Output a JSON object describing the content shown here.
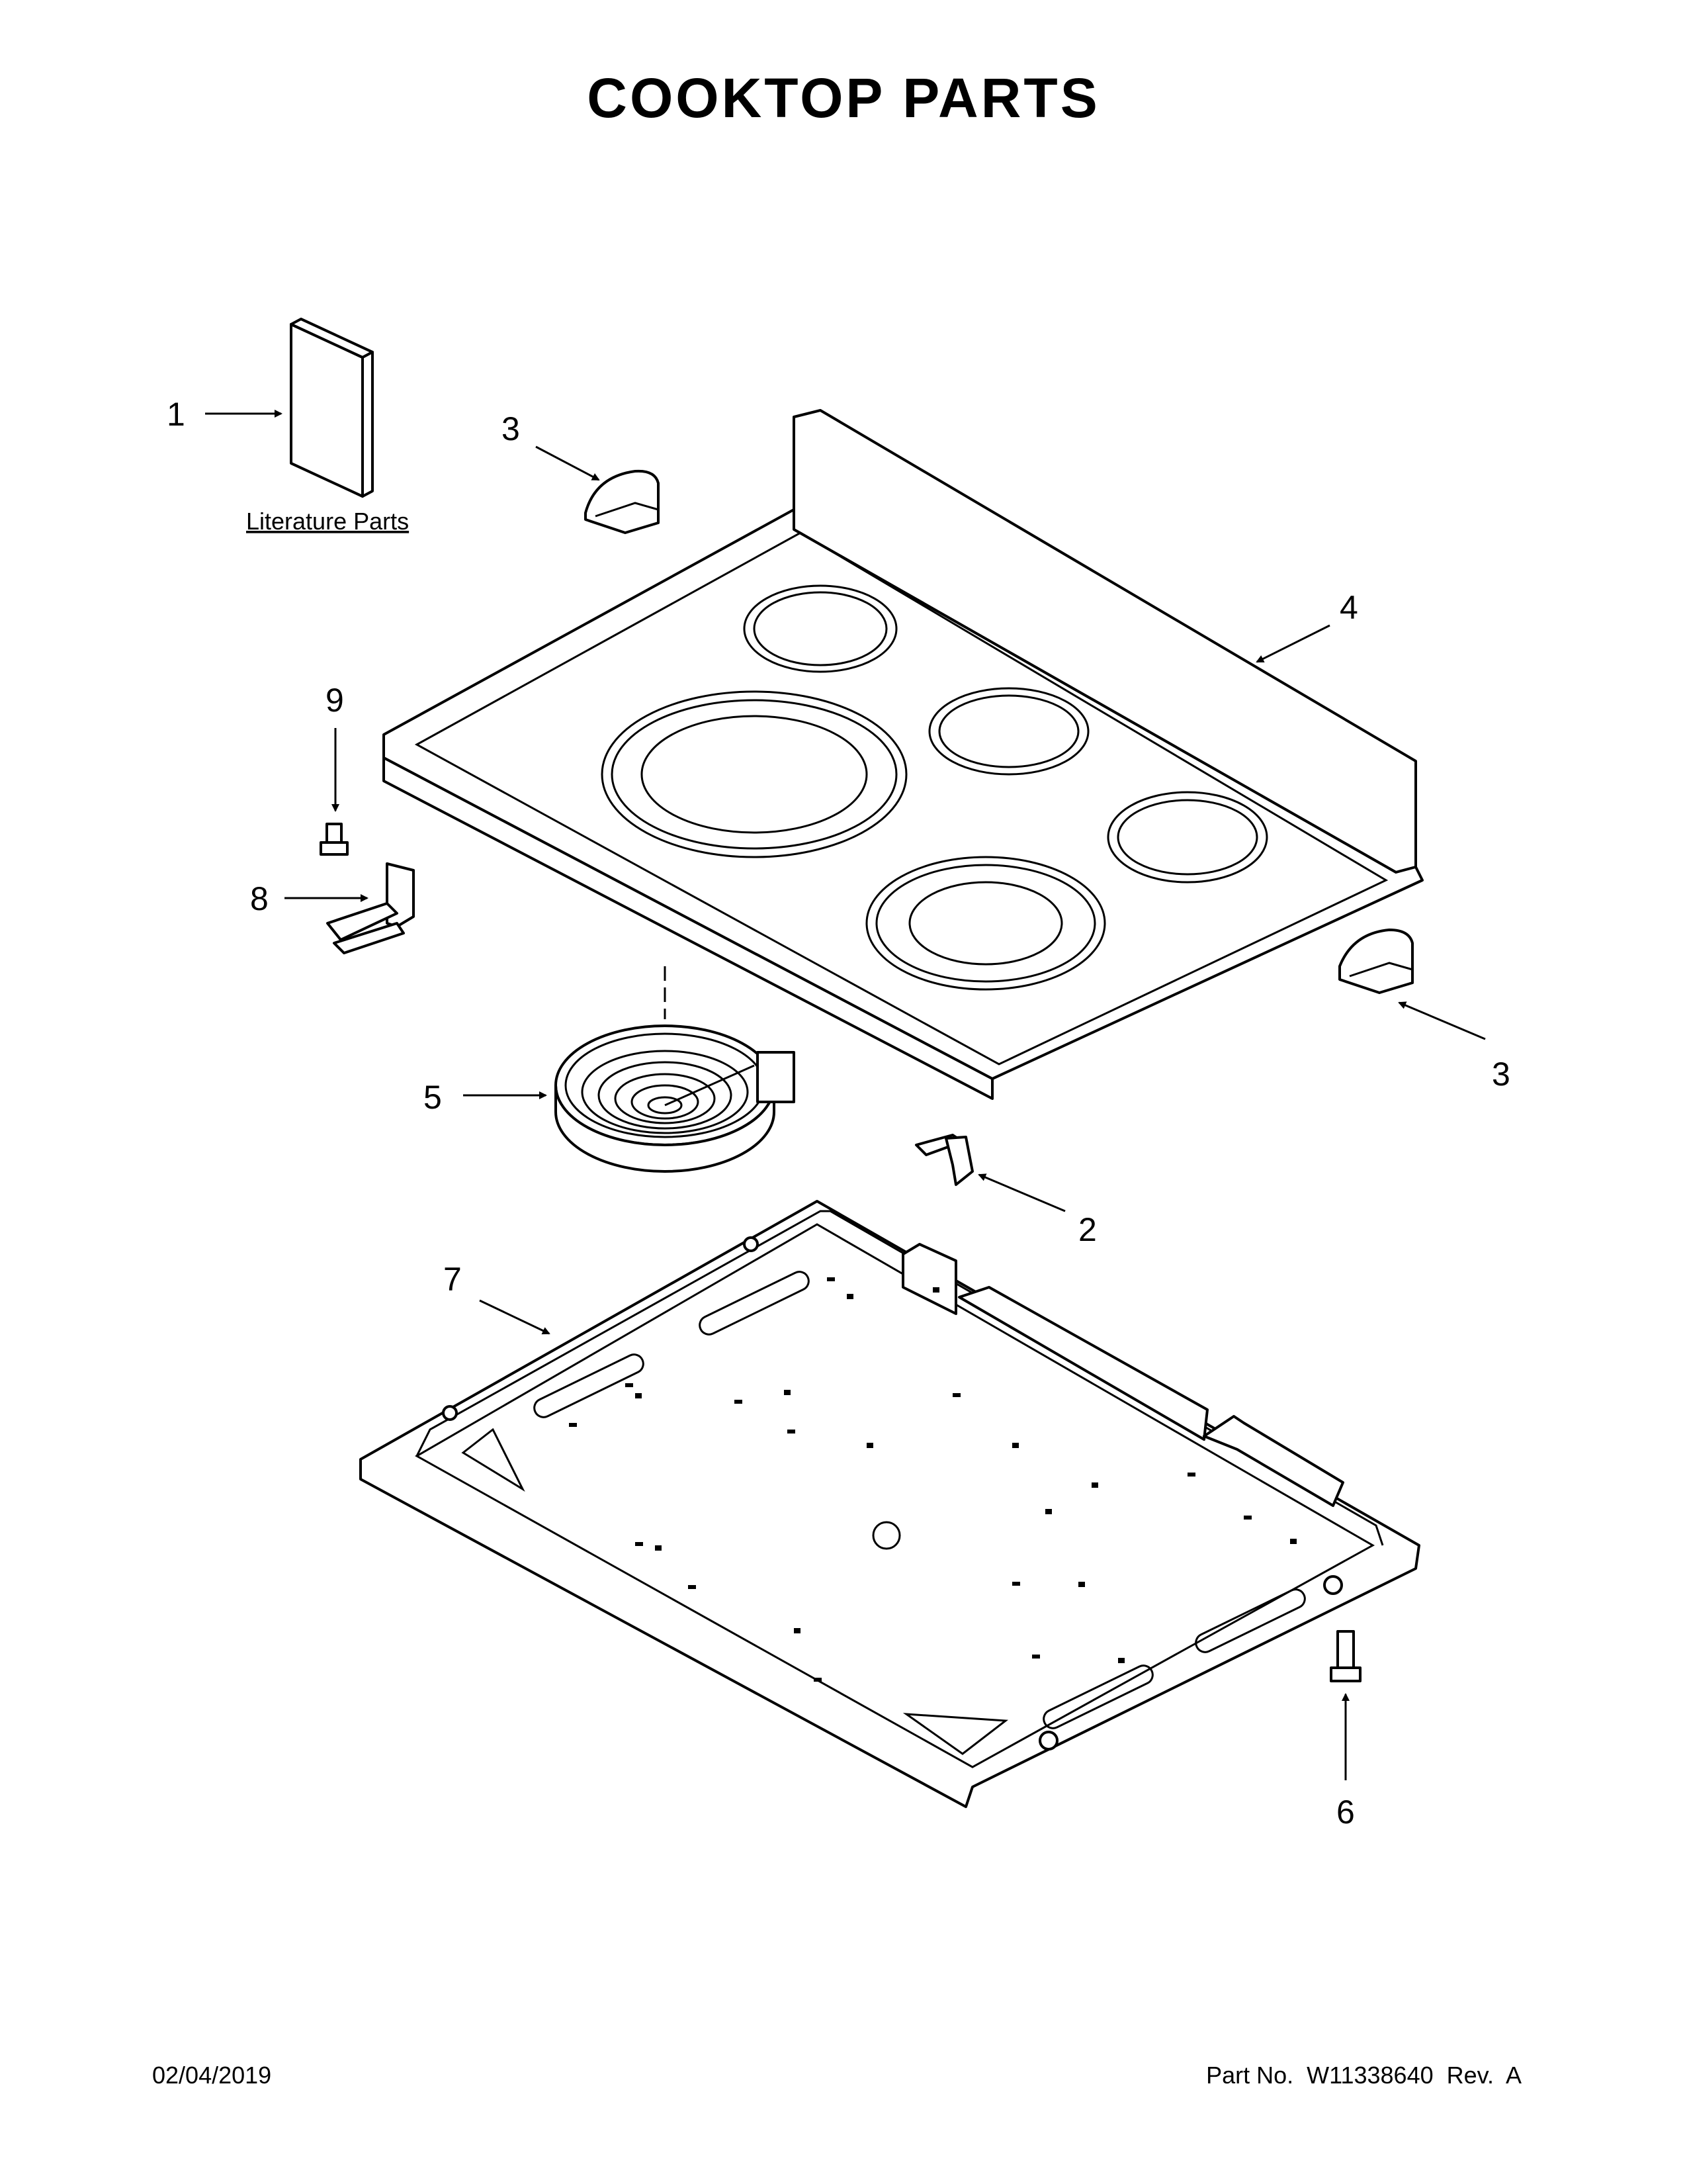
{
  "title": "COOKTOP PARTS",
  "callouts": {
    "c1": "1",
    "c2": "2",
    "c3a": "3",
    "c3b": "3",
    "c4": "4",
    "c5": "5",
    "c6": "6",
    "c7": "7",
    "c8": "8",
    "c9": "9"
  },
  "literature_label": "Literature Parts",
  "footer": {
    "date": "02/04/2019",
    "part_number": "Part No.  W11338640  Rev.  A"
  }
}
